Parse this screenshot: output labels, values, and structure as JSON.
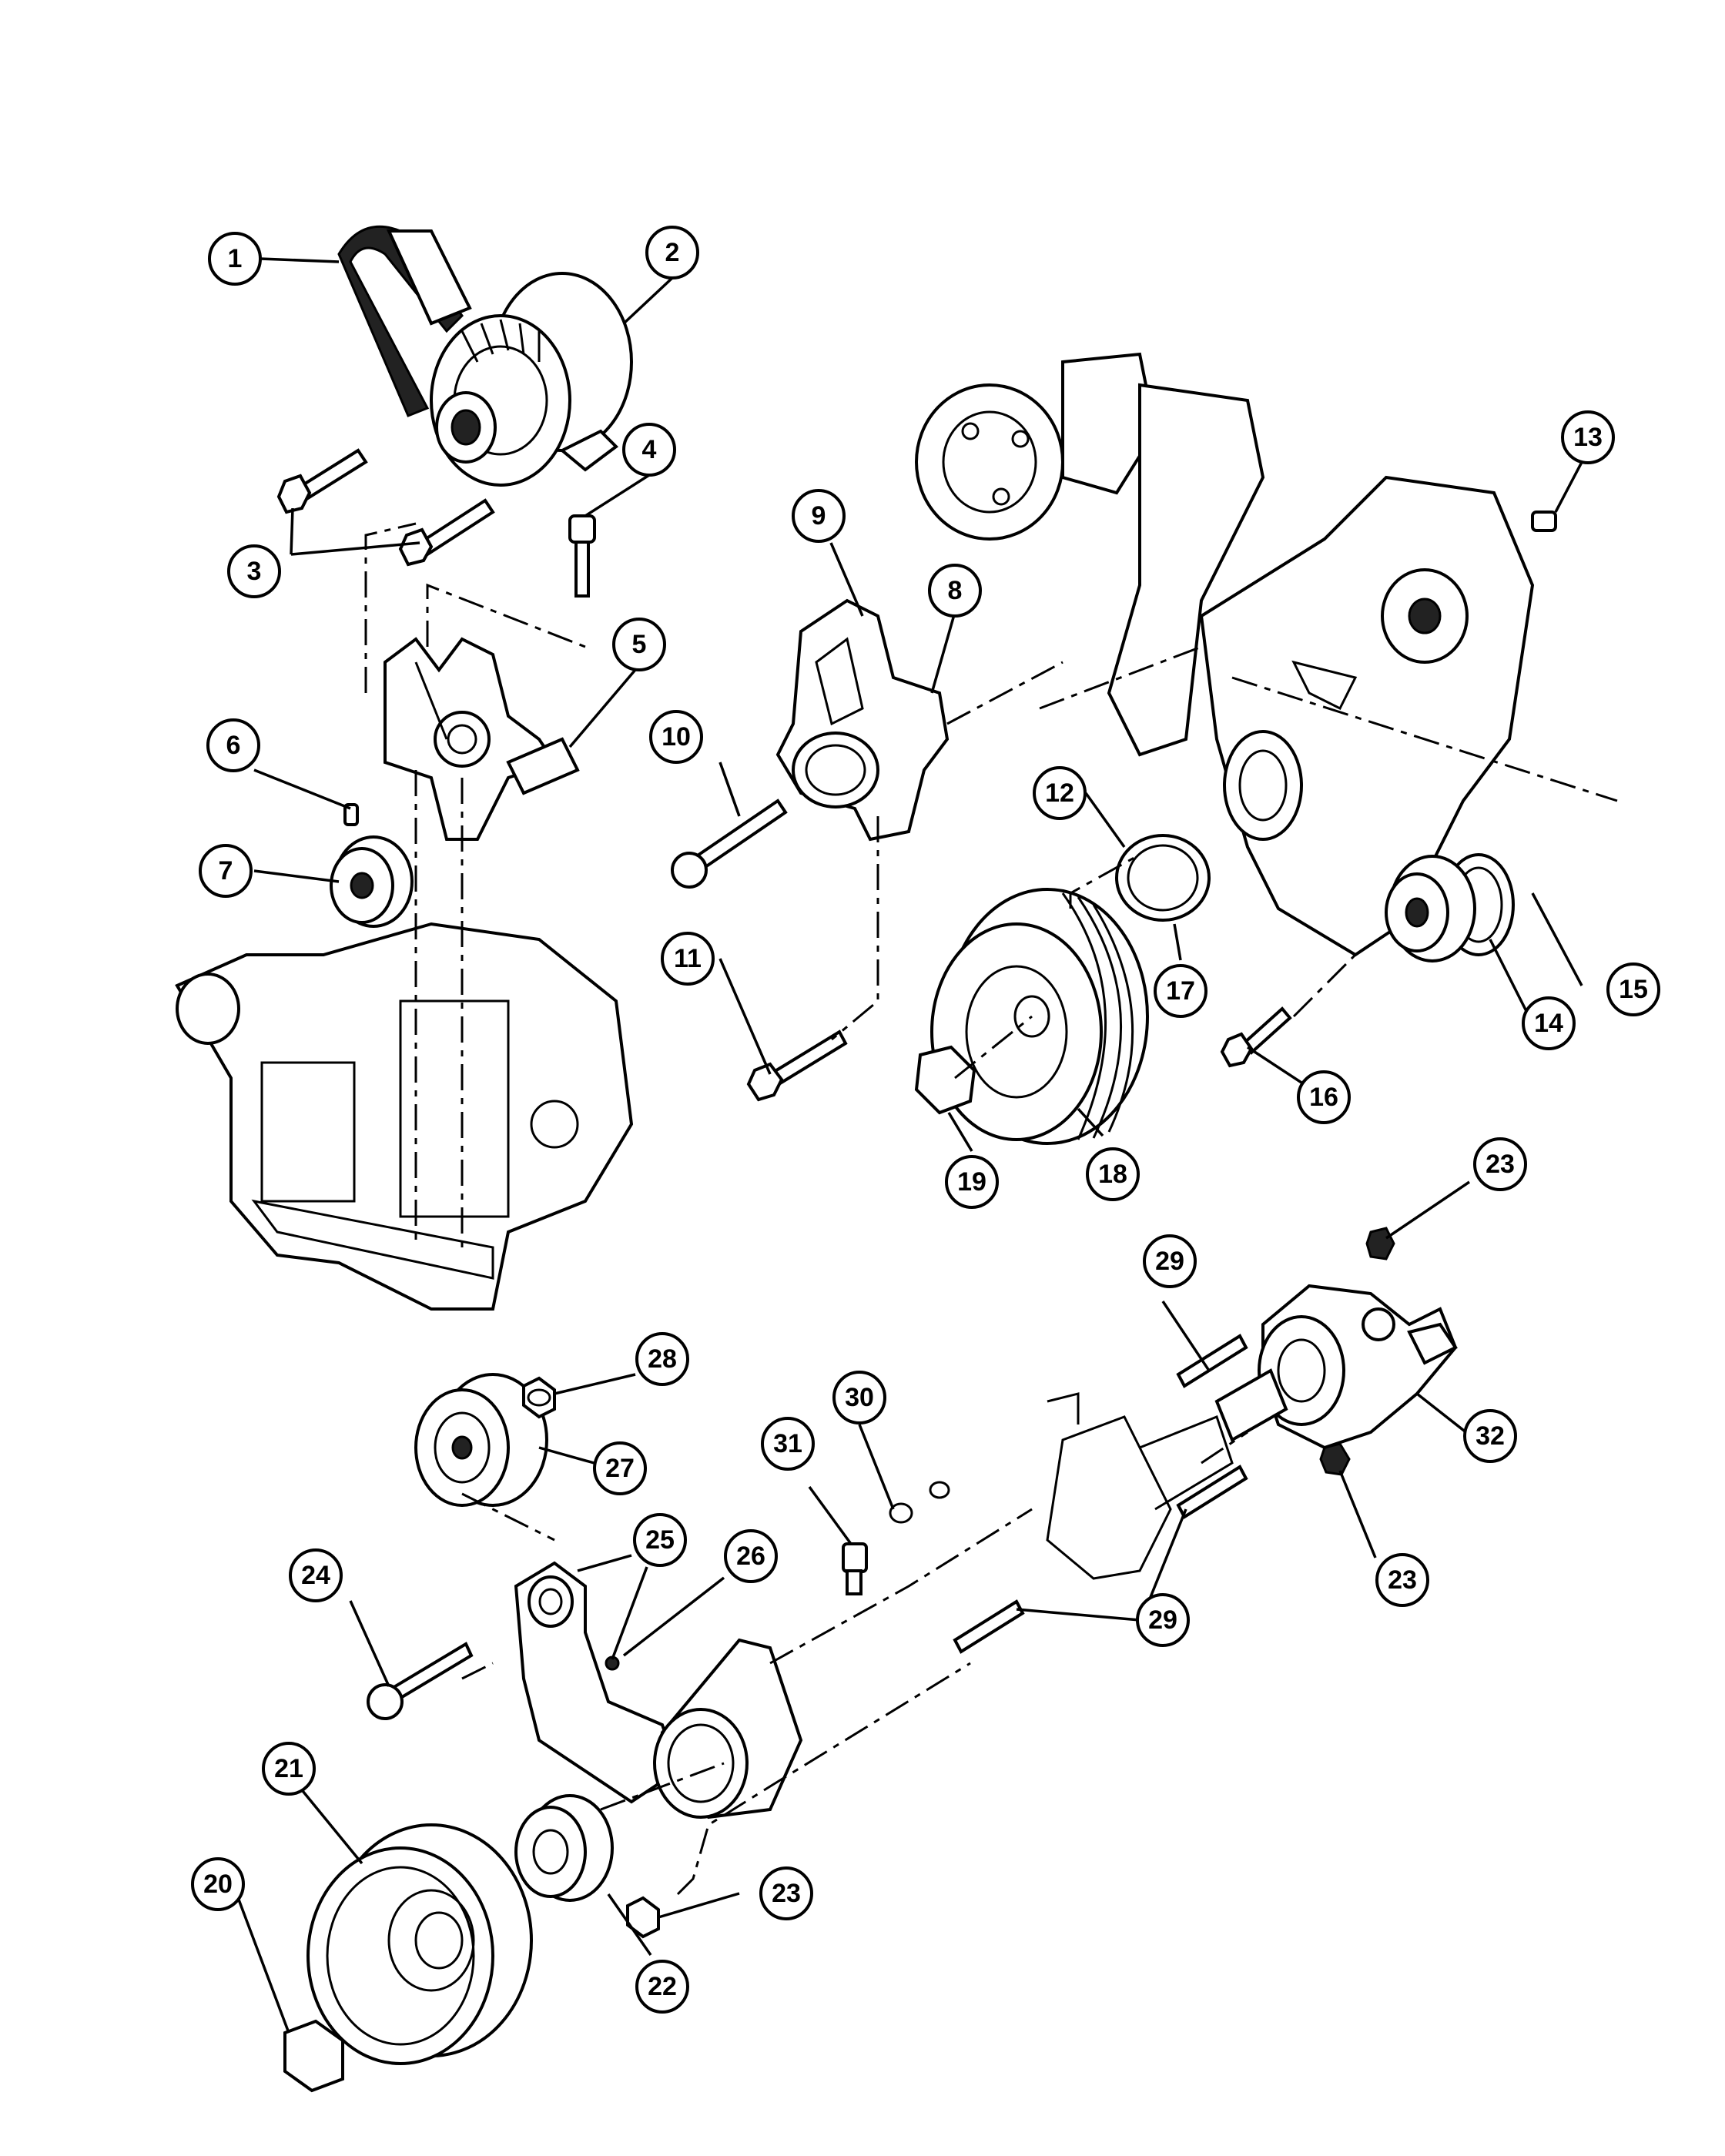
{
  "diagram": {
    "callouts": [
      {
        "id": "c1",
        "label": "1"
      },
      {
        "id": "c2",
        "label": "2"
      },
      {
        "id": "c3",
        "label": "3"
      },
      {
        "id": "c4",
        "label": "4"
      },
      {
        "id": "c5",
        "label": "5"
      },
      {
        "id": "c6",
        "label": "6"
      },
      {
        "id": "c7",
        "label": "7"
      },
      {
        "id": "c8",
        "label": "8"
      },
      {
        "id": "c9",
        "label": "9"
      },
      {
        "id": "c10",
        "label": "10"
      },
      {
        "id": "c11",
        "label": "11"
      },
      {
        "id": "c12",
        "label": "12"
      },
      {
        "id": "c13",
        "label": "13"
      },
      {
        "id": "c14",
        "label": "14"
      },
      {
        "id": "c15",
        "label": "15"
      },
      {
        "id": "c16",
        "label": "16"
      },
      {
        "id": "c17",
        "label": "17"
      },
      {
        "id": "c18",
        "label": "18"
      },
      {
        "id": "c19",
        "label": "19"
      },
      {
        "id": "c20",
        "label": "20"
      },
      {
        "id": "c21",
        "label": "21"
      },
      {
        "id": "c22",
        "label": "22"
      },
      {
        "id": "c23a",
        "label": "23"
      },
      {
        "id": "c23b",
        "label": "23"
      },
      {
        "id": "c23c",
        "label": "23"
      },
      {
        "id": "c24",
        "label": "24"
      },
      {
        "id": "c25",
        "label": "25"
      },
      {
        "id": "c26",
        "label": "26"
      },
      {
        "id": "c27",
        "label": "27"
      },
      {
        "id": "c28",
        "label": "28"
      },
      {
        "id": "c29a",
        "label": "29"
      },
      {
        "id": "c29b",
        "label": "29"
      },
      {
        "id": "c30",
        "label": "30"
      },
      {
        "id": "c31",
        "label": "31"
      },
      {
        "id": "c32",
        "label": "32"
      }
    ]
  }
}
